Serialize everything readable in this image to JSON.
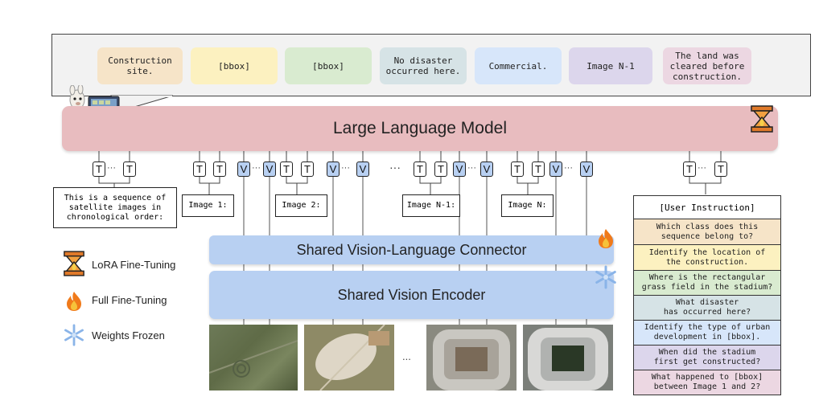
{
  "outputs": [
    {
      "text": "Construction\nsite.",
      "color": "#f6e4c8"
    },
    {
      "text": "[bbox]",
      "color": "#fcf1c0"
    },
    {
      "text": "[bbox]",
      "color": "#d9ebd0"
    },
    {
      "text": "No disaster\noccurred here.",
      "color": "#d6e3e6"
    },
    {
      "text": "Commercial.",
      "color": "#d7e6fa"
    },
    {
      "text": "Image N-1",
      "color": "#dcd6ec"
    },
    {
      "text": "The land was\ncleared before\nconstruction.",
      "color": "#ecd7e2"
    }
  ],
  "llm_label": "Large Language Model",
  "token_T": "T",
  "token_V": "V",
  "token_ellipsis": "···",
  "group_ellipsis": "···",
  "system_prompt": "This is a sequence of\nsatellite images in\nchronological order:",
  "image_labels": [
    "Image 1:",
    "Image 2:",
    "Image N-1:",
    "Image N:"
  ],
  "connector_label": "Shared Vision-Language Connector",
  "encoder_label": "Shared Vision Encoder",
  "legend": [
    {
      "label": "LoRA Fine-Tuning",
      "icon": "lora-icon"
    },
    {
      "label": "Full Fine-Tuning",
      "icon": "fire-icon"
    },
    {
      "label": "Weights Frozen",
      "icon": "snowflake-icon"
    }
  ],
  "image_ellipsis": "...",
  "instruction_header": "[User Instruction]",
  "instructions": [
    {
      "text": "Which class does this\nsequence belong to?",
      "color": "#f6e4c8"
    },
    {
      "text": "Identify the location of\nthe construction.",
      "color": "#fcf1c0"
    },
    {
      "text": "Where is the rectangular\ngrass field in the stadium?",
      "color": "#d9ebd0"
    },
    {
      "text": "What disaster\nhas occurred here?",
      "color": "#d6e3e6"
    },
    {
      "text": "Identify the type of urban\ndevelopment in [bbox].",
      "color": "#d7e6fa"
    },
    {
      "text": "When did the stadium\nfirst get constructed?",
      "color": "#dcd6ec"
    },
    {
      "text": "What happened to [bbox]\nbetween Image 1 and 2?",
      "color": "#ecd7e2"
    }
  ]
}
